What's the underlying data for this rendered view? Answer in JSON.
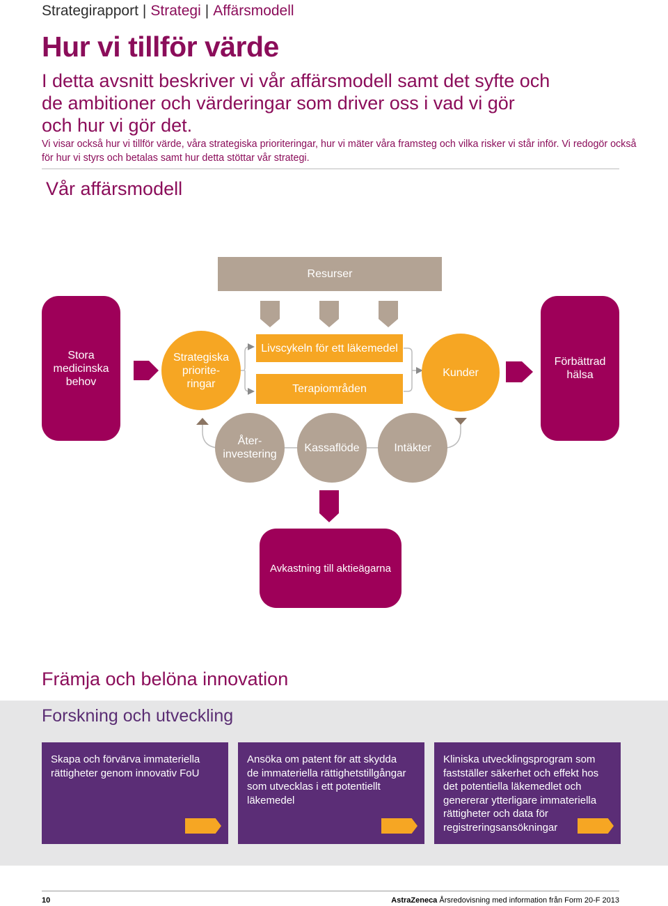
{
  "header": {
    "section": "Strategirapport",
    "crumbs": [
      "Strategi",
      "Affärsmodell"
    ]
  },
  "title": "Hur vi tillför värde",
  "lead": [
    "I detta avsnitt beskriver vi vår affärsmodell samt det syfte och",
    "de ambitioner och värderingar som driver oss i vad vi gör",
    "och hur vi gör det."
  ],
  "body": [
    "Vi visar också hur vi tillför värde, våra strategiska prioriteringar, hur vi mäter våra framsteg och vilka risker vi står inför. Vi redogör också",
    "för hur vi styrs och betalas samt hur detta stöttar vår strategi."
  ],
  "section_title": "Vår affärsmodell",
  "diagram": {
    "resurser": "Resurser",
    "stora_behov": [
      "Stora",
      "medicinska",
      "behov"
    ],
    "strategiska": [
      "Strategiska",
      "priorite-",
      "ringar"
    ],
    "livscykeln": "Livscykeln för ett läkemedel",
    "terapiomraden": "Terapiområden",
    "kunder": "Kunder",
    "forbattrad": [
      "Förbättrad",
      "hälsa"
    ],
    "ater": [
      "Åter-",
      "investering"
    ],
    "kassaflode": "Kassaflöde",
    "intakter": "Intäkter",
    "avkastning": "Avkastning till aktieägarna",
    "colors": {
      "magenta": "#9e0059",
      "orange": "#f6a623",
      "taupe": "#b3a394",
      "purple": "#5b2d76"
    }
  },
  "innovation_title": "Främja och belöna innovation",
  "rnd_title": "Forskning och utveckling",
  "cards": [
    {
      "lines": [
        "Skapa och förvärva immateriella",
        "rättigheter genom innovativ FoU"
      ]
    },
    {
      "lines": [
        "Ansöka om patent för att skydda",
        "de immateriella rättighetstillgångar",
        "som utvecklas i ett potentiellt",
        "läkemedel"
      ]
    },
    {
      "lines": [
        "Kliniska utvecklingsprogram som",
        "fastställer säkerhet och effekt hos",
        "det potentiella läkemedlet och",
        "genererar ytterligare immateriella",
        "rättigheter och data för",
        "registreringsansökningar"
      ]
    }
  ],
  "footer": {
    "page": "10",
    "brand": "AstraZeneca",
    "doc": "Årsredovisning med information från Form 20-F 2013"
  }
}
